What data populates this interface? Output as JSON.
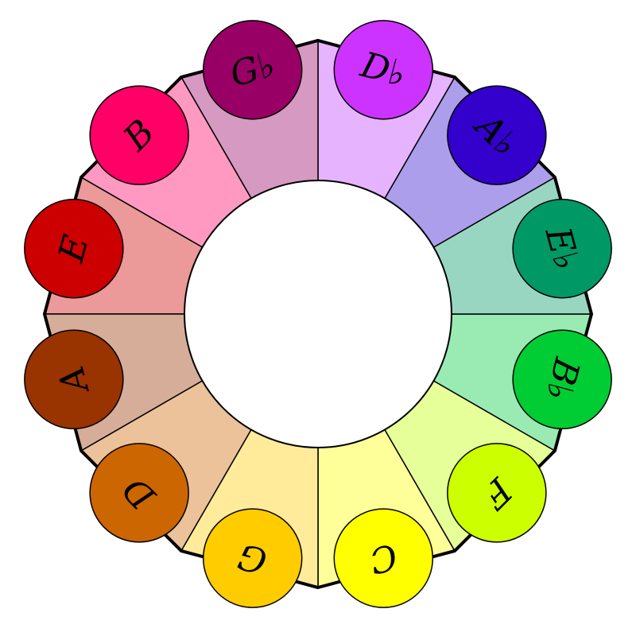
{
  "notes": [
    {
      "label": "C",
      "wedge_color": "#ffff99",
      "circle_color": "#ffff00"
    },
    {
      "label": "F",
      "wedge_color": "#e6ff99",
      "circle_color": "#ccff00"
    },
    {
      "label": "B♭",
      "wedge_color": "#99ebb3",
      "circle_color": "#00cc33"
    },
    {
      "label": "E♭",
      "wedge_color": "#99d6c2",
      "circle_color": "#009966"
    },
    {
      "label": "A♭",
      "wedge_color": "#ad9eeb",
      "circle_color": "#3300cc"
    },
    {
      "label": "D♭",
      "wedge_color": "#e6b3ff",
      "circle_color": "#cc33ff"
    },
    {
      "label": "G♭",
      "wedge_color": "#d699c2",
      "circle_color": "#990066"
    },
    {
      "label": "B",
      "wedge_color": "#ff99c2",
      "circle_color": "#ff0066"
    },
    {
      "label": "E",
      "wedge_color": "#eb9999",
      "circle_color": "#cc0000"
    },
    {
      "label": "A",
      "wedge_color": "#d6ad99",
      "circle_color": "#993300"
    },
    {
      "label": "D",
      "wedge_color": "#ebc299",
      "circle_color": "#cc6600"
    },
    {
      "label": "G",
      "wedge_color": "#ffeb99",
      "circle_color": "#ffcc00"
    }
  ],
  "colors": {
    "outline": "#000000",
    "center_fill": "#ffffff"
  }
}
